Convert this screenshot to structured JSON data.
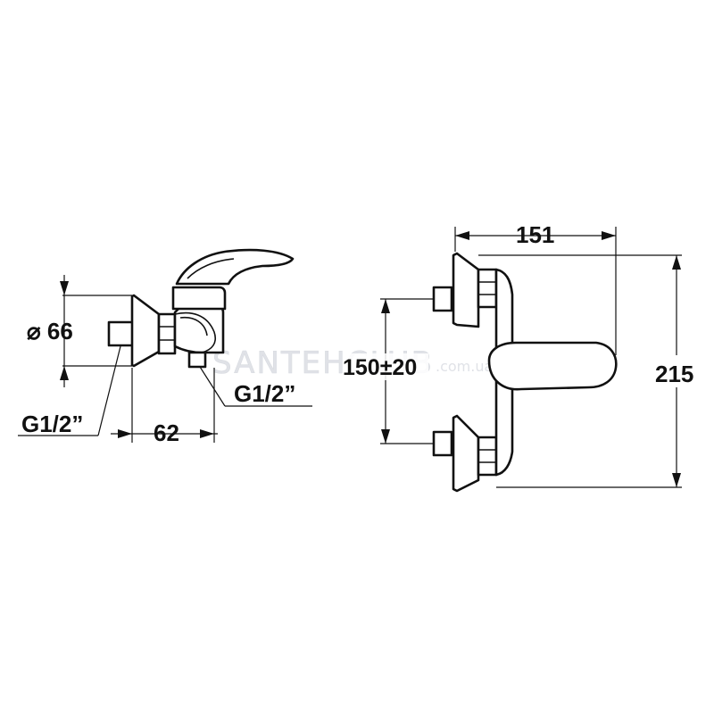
{
  "side_view": {
    "diameter_label": "⌀ 66",
    "depth_label": "62",
    "inlet_thread_label": "G1/2”",
    "outlet_thread_label": "G1/2”"
  },
  "front_view": {
    "width_label": "151",
    "height_label": "215",
    "spacing_label": "150±20"
  },
  "watermark": {
    "brand": "SANTEHCLUB",
    "domain": ".com.ua",
    "color": "#c8ccd4"
  }
}
